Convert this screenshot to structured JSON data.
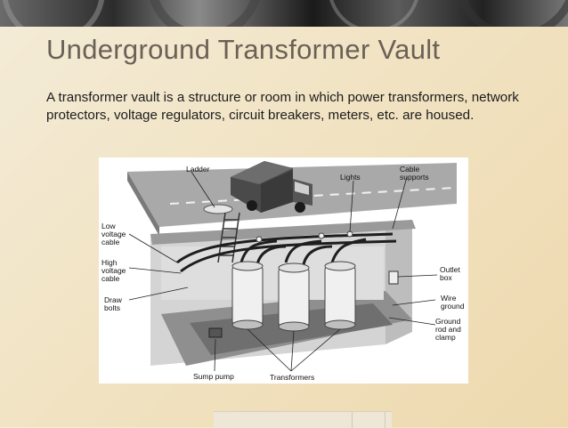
{
  "slide": {
    "title": "Underground Transformer Vault",
    "body": "A transformer vault is a structure or room in which power transformers, network protectors, voltage regulators, circuit breakers, meters, etc. are housed."
  },
  "diagram": {
    "labels": {
      "ladder": "Ladder",
      "lights": "Lights",
      "cable_supports": "Cable\nsupports",
      "low_voltage_cable": "Low\nvoltage\ncable",
      "high_voltage_cable": "High\nvoltage\ncable",
      "draw_bolts": "Draw\nbolts",
      "outlet_box": "Outlet\nbox",
      "wire_ground": "Wire\nground",
      "ground_rod": "Ground\nrod and\nclamp",
      "sump_pump": "Sump pump",
      "transformers": "Transformers"
    }
  },
  "colors": {
    "title": "#6b6156",
    "background": "#f1e3c3"
  }
}
